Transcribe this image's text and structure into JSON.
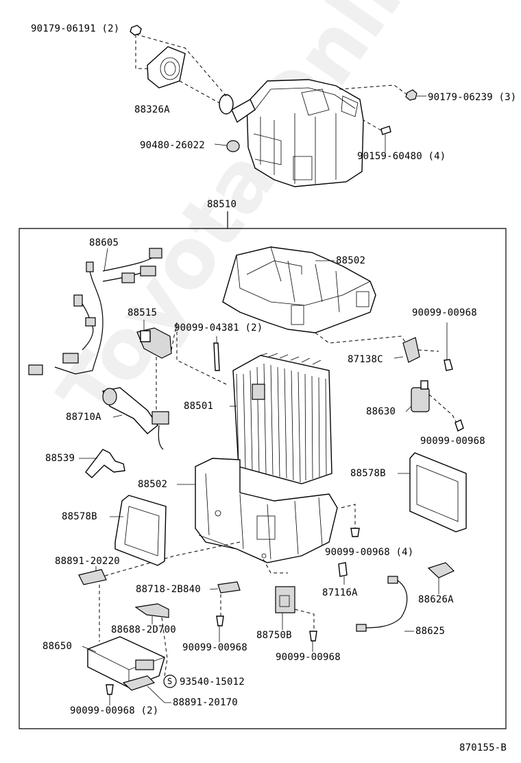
{
  "labels": {
    "p_90179_06191": "90179-06191 (2)",
    "p_88326A": "88326A",
    "p_90480_26022": "90480-26022",
    "p_90179_06239": "90179-06239 (3)",
    "p_90159_60480": "90159-60480 (4)",
    "p_88510": "88510",
    "p_88605": "88605",
    "p_88502_top": "88502",
    "p_88515": "88515",
    "p_90099_04381": "90099-04381 (2)",
    "p_90099_00968_a": "90099-00968",
    "p_87138C": "87138C",
    "p_88501": "88501",
    "p_88630": "88630",
    "p_88710A": "88710A",
    "p_90099_00968_b": "90099-00968",
    "p_88539": "88539",
    "p_88502_bot": "88502",
    "p_88578B_right": "88578B",
    "p_88578B_left": "88578B",
    "p_90099_00968_c": "90099-00968 (4)",
    "p_88891_20220": "88891-20220",
    "p_87116A": "87116A",
    "p_88718_2B840": "88718-2B840",
    "p_88626A": "88626A",
    "p_88688_2D700": "88688-2D700",
    "p_88625": "88625",
    "p_88650": "88650",
    "p_88750B": "88750B",
    "p_90099_00968_d": "90099-00968",
    "p_90099_00968_e": "90099-00968",
    "p_93540_15012": "93540-15012",
    "p_90099_00968_f": "90099-00968 (2)",
    "p_88891_20170": "88891-20170",
    "p_S": "S",
    "figure_code": "870155-B"
  },
  "watermark": "Toyota-Online.ru"
}
